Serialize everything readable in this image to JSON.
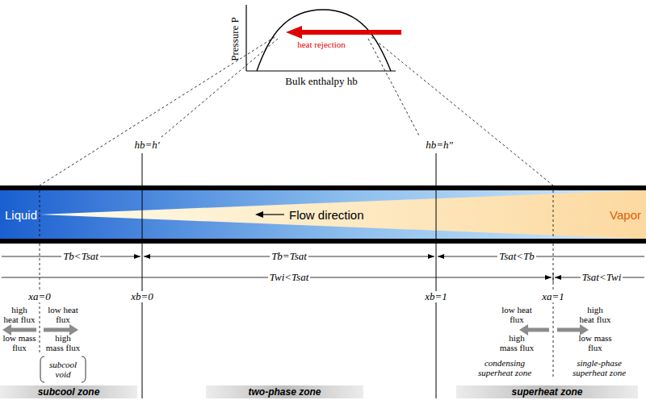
{
  "diagram": {
    "nodes": [
      {
        "text": [
          "Liquid",
          "Flow direction",
          "Vapor"
        ]
      },
      {
        "text": [
          "subcool zone"
        ]
      },
      {
        "text": [
          "two-phase zone"
        ]
      },
      {
        "text": [
          "superheat zone"
        ]
      }
    ],
    "labels": [
      "Pressure P",
      "Bulk enthalpy hb",
      "heat rejection",
      "hb=h'",
      "hb=h\"",
      "Tb<Tsat",
      "Tb=Tsat",
      "Tsat<Tb",
      "Twi<Tsat",
      "Tsat<Twi",
      "xa=0",
      "xb=0",
      "xb=1",
      "xa=1",
      "high heat flux",
      "low heat flux",
      "low mass flux",
      "high mass flux",
      "subcool void",
      "low heat flux",
      "high heat flux",
      "high mass flux",
      "low mass flux",
      "condensing superheat zone",
      "single-phase superheat zone"
    ]
  }
}
